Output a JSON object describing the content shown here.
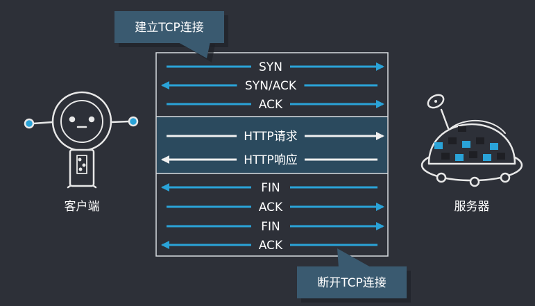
{
  "callouts": {
    "connect": "建立TCP连接",
    "disconnect": "断开TCP连接"
  },
  "client": {
    "label": "客户端"
  },
  "server": {
    "label": "服务器"
  },
  "messages": [
    {
      "label": "SYN",
      "direction": "right",
      "phase": "connect"
    },
    {
      "label": "SYN/ACK",
      "direction": "left",
      "phase": "connect"
    },
    {
      "label": "ACK",
      "direction": "right",
      "phase": "connect"
    },
    {
      "label": "HTTP请求",
      "direction": "right",
      "phase": "http"
    },
    {
      "label": "HTTP响应",
      "direction": "left",
      "phase": "http"
    },
    {
      "label": "FIN",
      "direction": "left",
      "phase": "disconnect"
    },
    {
      "label": "ACK",
      "direction": "right",
      "phase": "disconnect"
    },
    {
      "label": "FIN",
      "direction": "right",
      "phase": "disconnect"
    },
    {
      "label": "ACK",
      "direction": "left",
      "phase": "disconnect"
    }
  ],
  "colors": {
    "background": "#2d3038",
    "tcp_arrow": "#2aa3d8",
    "http_arrow": "#f0f0f0",
    "http_band": "#2b4a5e",
    "callout_fill": "#3a5a70",
    "frame": "#d8dce0"
  }
}
